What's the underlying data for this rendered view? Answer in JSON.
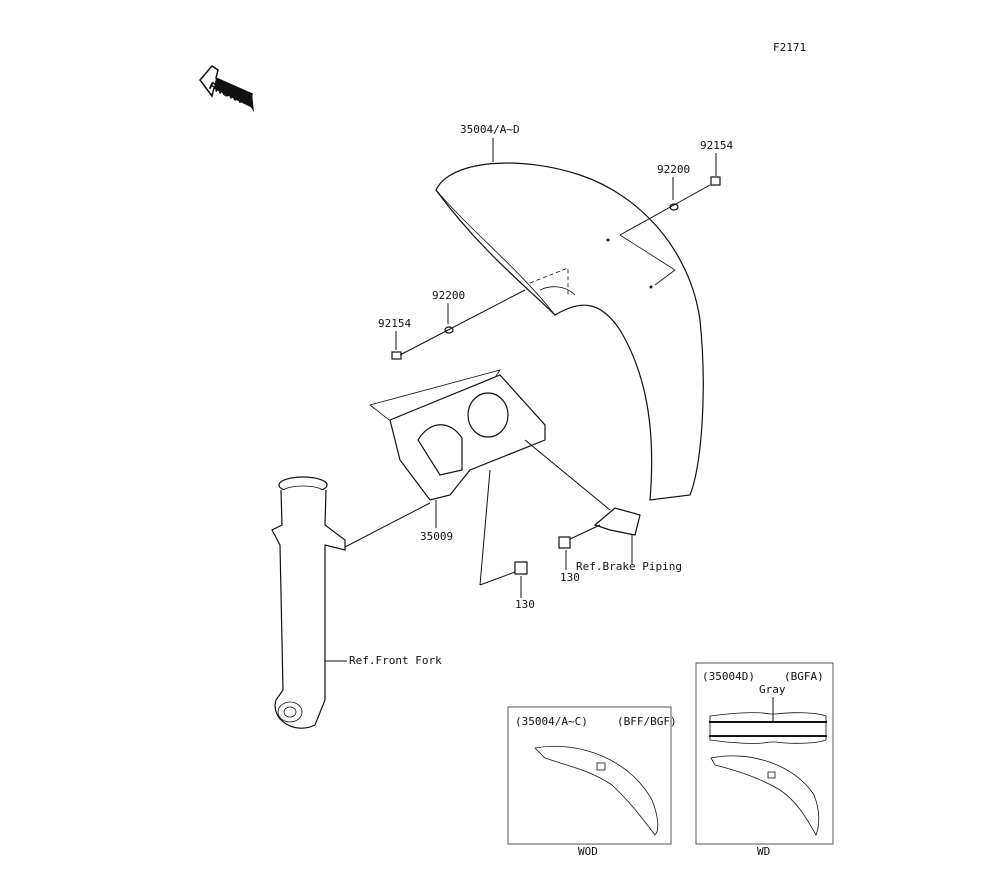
{
  "figure_id": "F2171",
  "front_arrow_label": "FRONT",
  "callouts": {
    "fender": "35004/A~D",
    "bolt_right": "92154",
    "washer_right": "92200",
    "washer_left": "92200",
    "bolt_left": "92154",
    "bracket": "35009",
    "bolt_brake": "130",
    "brake_piping_ref": "Ref.Brake Piping",
    "bolt_bottom": "130",
    "front_fork_ref": "Ref.Front Fork"
  },
  "insets": [
    {
      "part": "(35004/A~C)",
      "colors": "(BFF/BGF)",
      "caption": "WOD"
    },
    {
      "part": "(35004D)",
      "colors": "(BGFA)",
      "stripe_label": "Gray",
      "caption": "WD"
    }
  ]
}
